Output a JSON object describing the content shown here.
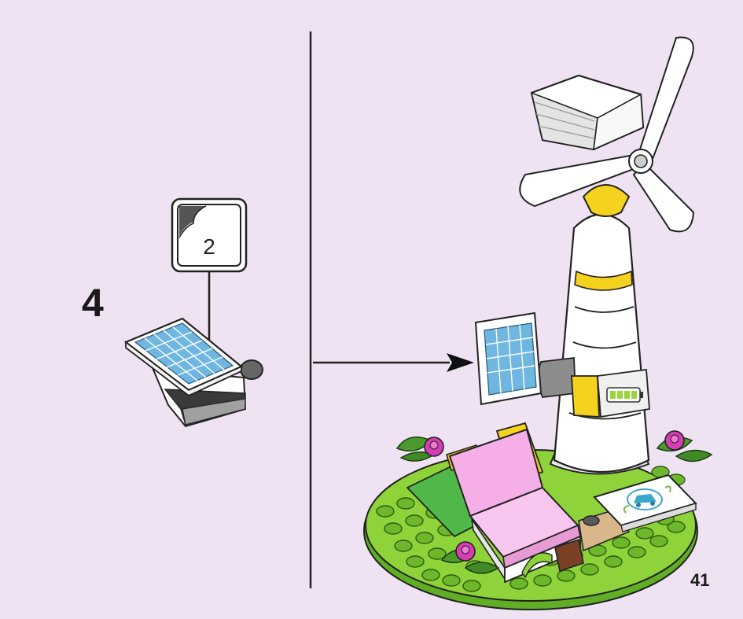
{
  "step": {
    "number": "4"
  },
  "callout": {
    "count": "2"
  },
  "page": {
    "number": "41"
  },
  "colors": {
    "background": "#efe3f3",
    "grass": "#8fd33a",
    "stud": "#6cb82a",
    "panel_blue": "#6fb6e0",
    "pink": "#f6aee6",
    "yellow": "#f5d21e",
    "white": "#ffffff",
    "brown": "#7a4025",
    "tan": "#d9b78a",
    "flower": "#d63cb4"
  },
  "icons": [
    "new-page-curl-icon",
    "battery-icon",
    "electric-car-icon"
  ]
}
